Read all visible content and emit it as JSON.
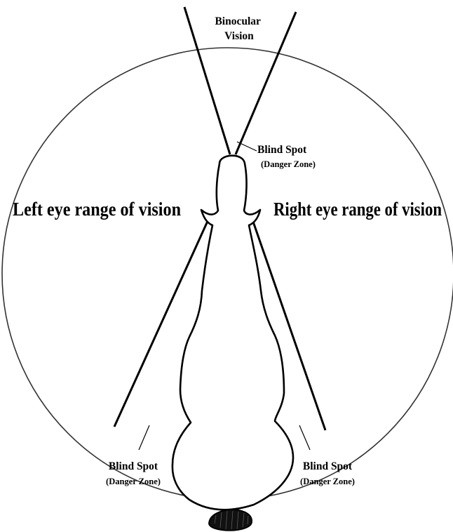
{
  "binocular": {
    "line1": "Binocular",
    "line2": "Vision"
  },
  "left_range": "Left eye range of vision",
  "right_range": "Right eye range of vision",
  "blind_spot_front": {
    "title": "Blind Spot",
    "subtitle": "(Danger Zone)"
  },
  "blind_spot_rear_left": {
    "title": "Blind Spot",
    "subtitle": "(Danger Zone)"
  },
  "blind_spot_rear_right": {
    "title": "Blind Spot",
    "subtitle": "(Danger Zone)"
  },
  "colors": {
    "ink": "#000000",
    "paper": "#ffffff"
  }
}
